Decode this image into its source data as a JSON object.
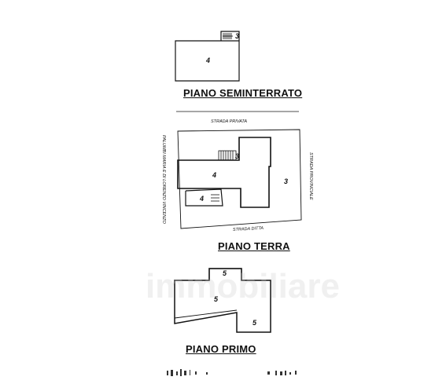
{
  "floors": [
    {
      "title": "PIANO SEMINTERRATO",
      "unit_labels": [
        "3",
        "4"
      ]
    },
    {
      "title": "PIANO TERRA",
      "unit_labels": [
        "3",
        "4",
        "3",
        "4"
      ],
      "street_labels": {
        "top": "STRADA PRIVATA",
        "bottom": "STRADA DITTA",
        "right": "STRADA PROVINCIALE",
        "left": "PALUMBI MARIA E DI LORENZO VINCENZO"
      }
    },
    {
      "title": "PIANO PRIMO",
      "unit_labels": [
        "5",
        "5",
        "5"
      ]
    }
  ],
  "watermark": "immobiliare",
  "colors": {
    "line": "#111111",
    "background": "#ffffff"
  }
}
